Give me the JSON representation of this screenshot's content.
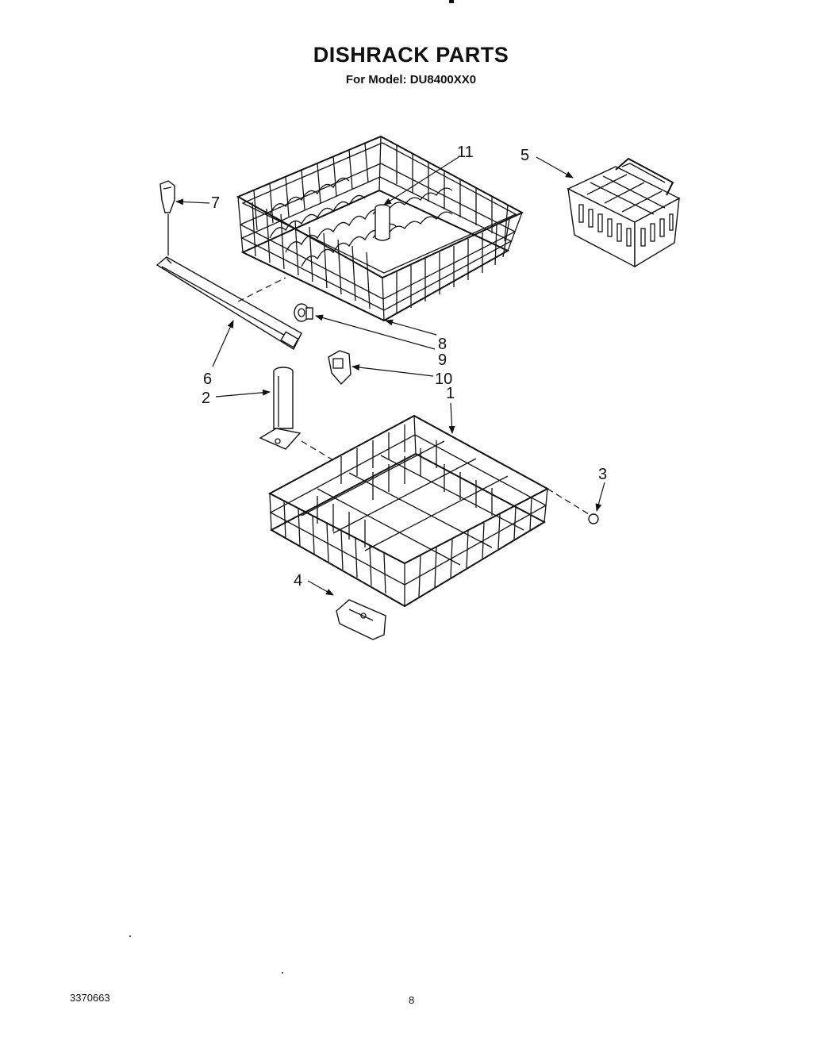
{
  "header": {
    "title": "DISHRACK PARTS",
    "subtitle": "For Model: DU8400XX0"
  },
  "footer": {
    "doc_number": "3370663",
    "page_number": "8"
  },
  "callouts": [
    {
      "id": "1",
      "label": "1"
    },
    {
      "id": "2",
      "label": "2"
    },
    {
      "id": "3",
      "label": "3"
    },
    {
      "id": "4",
      "label": "4"
    },
    {
      "id": "5",
      "label": "5"
    },
    {
      "id": "6",
      "label": "6"
    },
    {
      "id": "7",
      "label": "7"
    },
    {
      "id": "8",
      "label": "8"
    },
    {
      "id": "9",
      "label": "9"
    },
    {
      "id": "10",
      "label": "10"
    },
    {
      "id": "11",
      "label": "11"
    }
  ],
  "colors": {
    "ink": "#111111",
    "paper": "#ffffff"
  }
}
